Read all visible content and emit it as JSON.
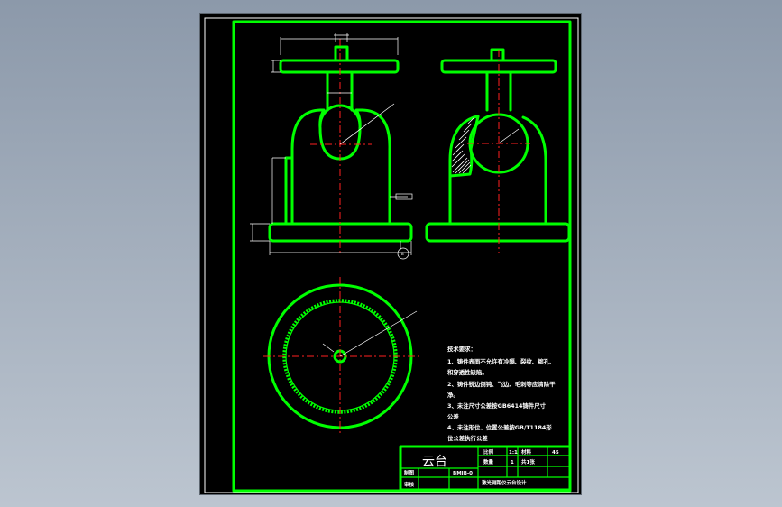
{
  "drawing": {
    "part_name": "云台",
    "tech_requirements": {
      "heading": "技术要求：",
      "lines": [
        "1、铸件表面不允许有冷隔、裂纹、缩孔、",
        "和穿透性缺陷。",
        "2、铸件锐边倒钝、飞边、毛刺等应清除干",
        "净。",
        "3、未注尺寸公差按GB6414铸件尺寸",
        "公差",
        "4、未注形位、位置公差按GB/T1184形",
        "位公差执行公差"
      ]
    },
    "title_block": {
      "scale_label": "比例",
      "scale_value": "1:1",
      "quantity_label": "数量",
      "quantity_value": "1",
      "material_label": "材料",
      "material_value": "45",
      "sheet_no_label": "共1张",
      "drawing_no": "BMJB-0",
      "draw_label": "制图",
      "check_label": "审核",
      "company": "激光测距仪云台设计"
    },
    "section_marker": "B",
    "colors": {
      "outline": "#00ff00",
      "centerline": "#ff2020",
      "annotation": "#ffffff",
      "background": "#000000"
    }
  }
}
